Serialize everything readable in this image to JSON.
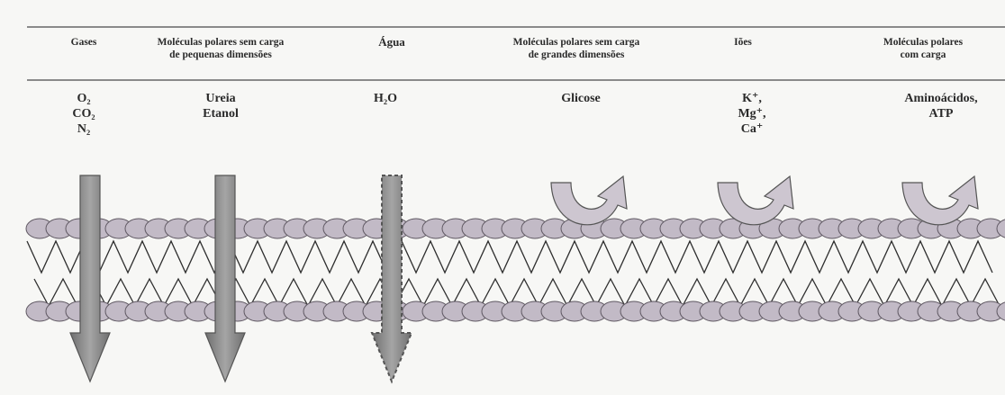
{
  "columns": [
    {
      "header": "Gases",
      "molecules": [
        "O₂",
        "CO₂",
        "N₂"
      ],
      "transport": "permeable"
    },
    {
      "header": "Moléculas polares sem carga\nde pequenas dimensões",
      "molecules": [
        "Ureia",
        "Etanol"
      ],
      "transport": "permeable"
    },
    {
      "header": "Água",
      "molecules": [
        "H₂O"
      ],
      "transport": "partially-permeable"
    },
    {
      "header": "Moléculas polares  sem carga\nde grandes dimensões",
      "molecules": [
        "Glicose"
      ],
      "transport": "impermeable"
    },
    {
      "header": "Iões",
      "molecules": [
        "K⁺,",
        "Mg⁺,",
        "Ca⁺"
      ],
      "transport": "impermeable"
    },
    {
      "header": "Moléculas polares\ncom carga",
      "molecules": [
        "Aminoácidos,",
        "ATP"
      ],
      "transport": "impermeable"
    }
  ],
  "colors": {
    "membrane_head": "#c2bac6",
    "head_stroke": "#5f5862",
    "tail_stroke": "#2f2f2f",
    "arrow_fill": "#8a8a8a",
    "arrow_stroke": "#555555",
    "curved_arrow_fill": "#cdc6d0"
  }
}
